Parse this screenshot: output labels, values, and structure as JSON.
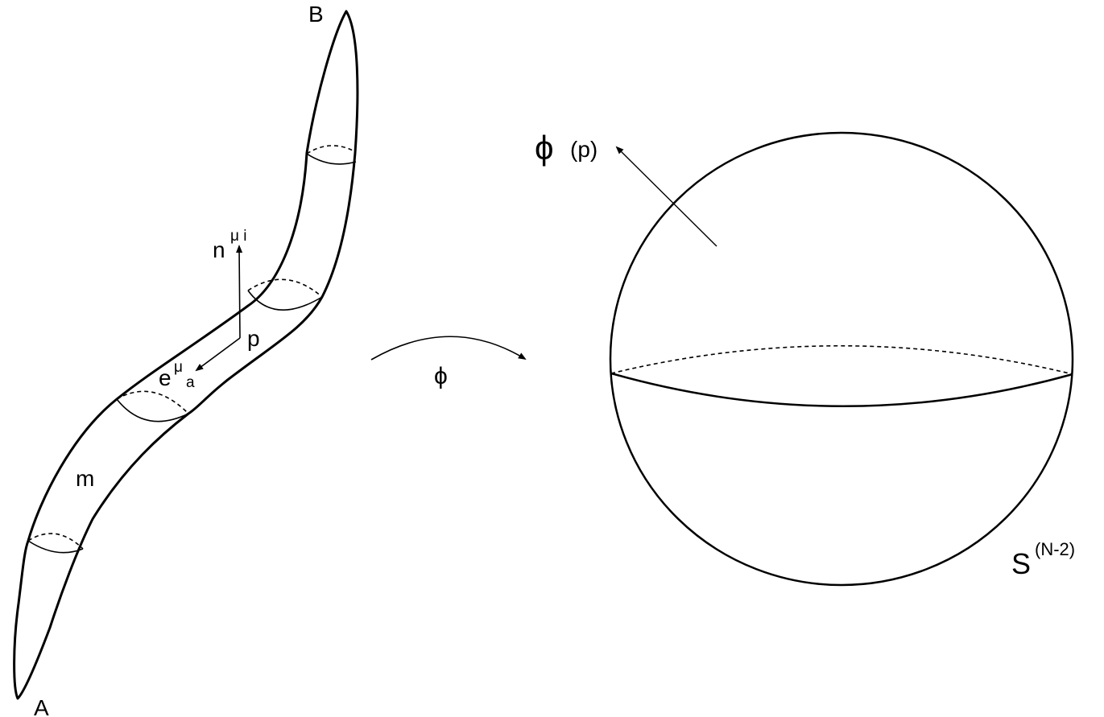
{
  "labels": {
    "a": "A",
    "b": "B",
    "m": "m",
    "p": "p",
    "n": "n",
    "n_sup": "μ i",
    "e": "e",
    "e_sup": "μ",
    "e_sub": "a",
    "phi": "ϕ",
    "phi_p": "ϕ",
    "phi_p_arg": "(p)",
    "sphere": "S",
    "sphere_sup": "(N-2)"
  },
  "colors": {
    "stroke": "#000000",
    "background": "#ffffff"
  }
}
